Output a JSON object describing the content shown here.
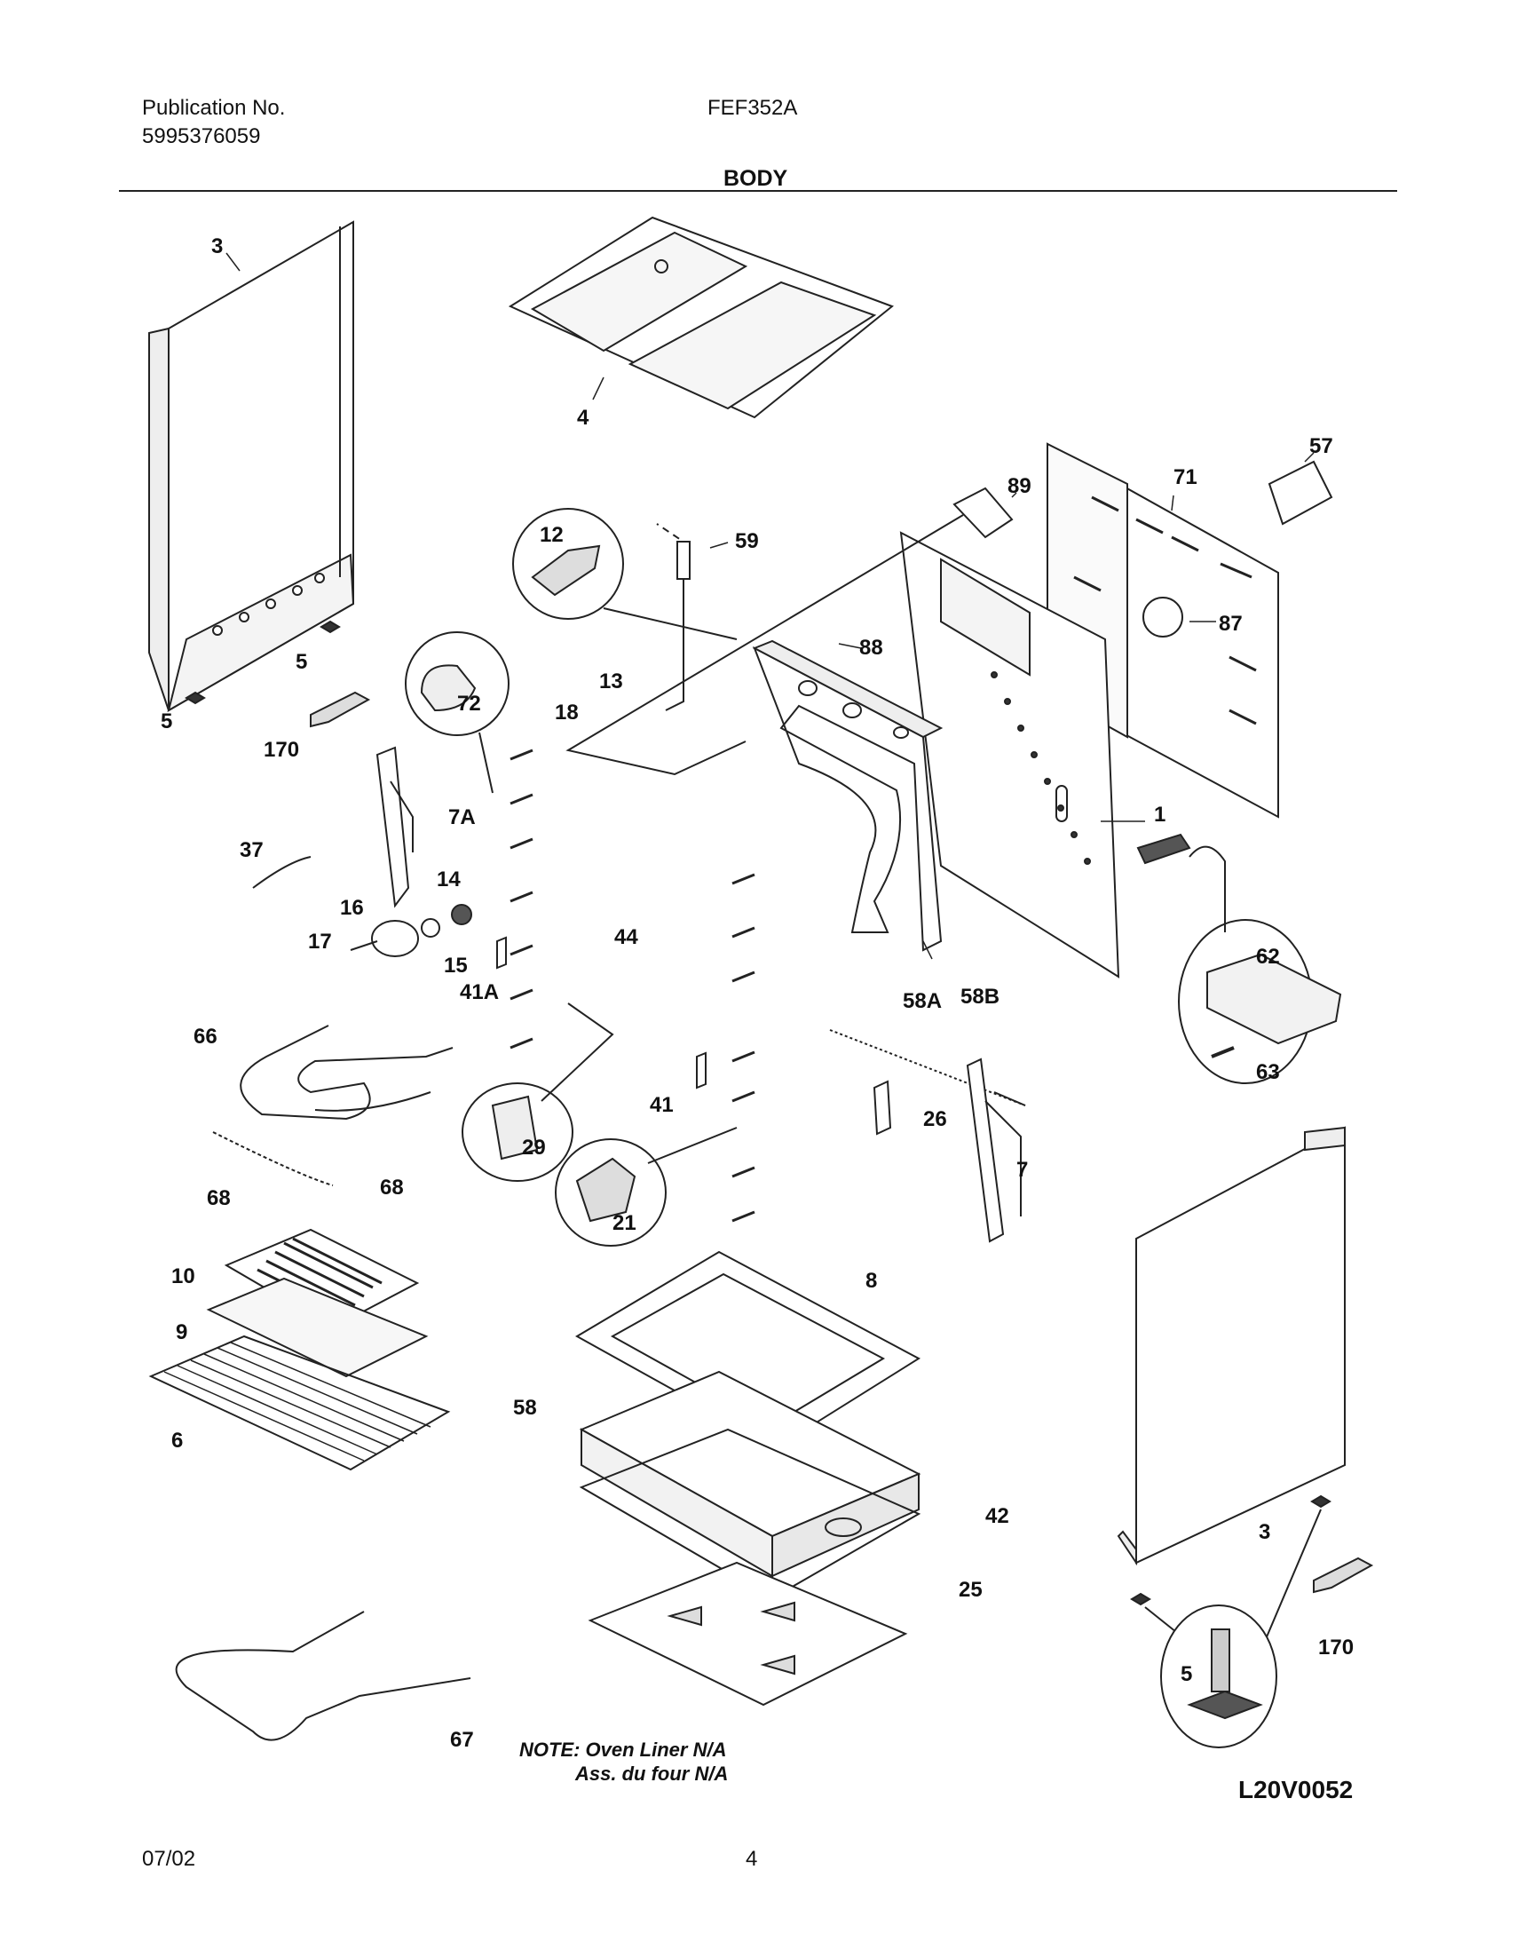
{
  "header": {
    "publication_label": "Publication No.",
    "publication_number": "5995376059",
    "model": "FEF352A",
    "section_title": "BODY"
  },
  "callouts": {
    "c3_left": "3",
    "c4": "4",
    "c57": "57",
    "c71": "71",
    "c89": "89",
    "c12": "12",
    "c59": "59",
    "c88": "88",
    "c87": "87",
    "c13": "13",
    "c18": "18",
    "c72": "72",
    "c5a": "5",
    "c5b": "5",
    "c170_left": "170",
    "c7A": "7A",
    "c37": "37",
    "c14": "14",
    "c16": "16",
    "c17": "17",
    "c15": "15",
    "c44": "44",
    "c1": "1",
    "c62": "62",
    "c63": "63",
    "c41A": "41A",
    "c58A": "58A",
    "c58B": "58B",
    "c66": "66",
    "c41": "41",
    "c26": "26",
    "c29": "29",
    "c7": "7",
    "c68a": "68",
    "c68b": "68",
    "c21": "21",
    "c10": "10",
    "c9": "9",
    "c8": "8",
    "c6": "6",
    "c58": "58",
    "c42": "42",
    "c3_right": "3",
    "c25": "25",
    "c170_right": "170",
    "c5_circle": "5",
    "c67": "67"
  },
  "note": {
    "line1": "NOTE: Oven Liner N/A",
    "line2": "Ass. du four N/A"
  },
  "diagram_code": "L20V0052",
  "footer": {
    "date": "07/02",
    "page": "4"
  }
}
